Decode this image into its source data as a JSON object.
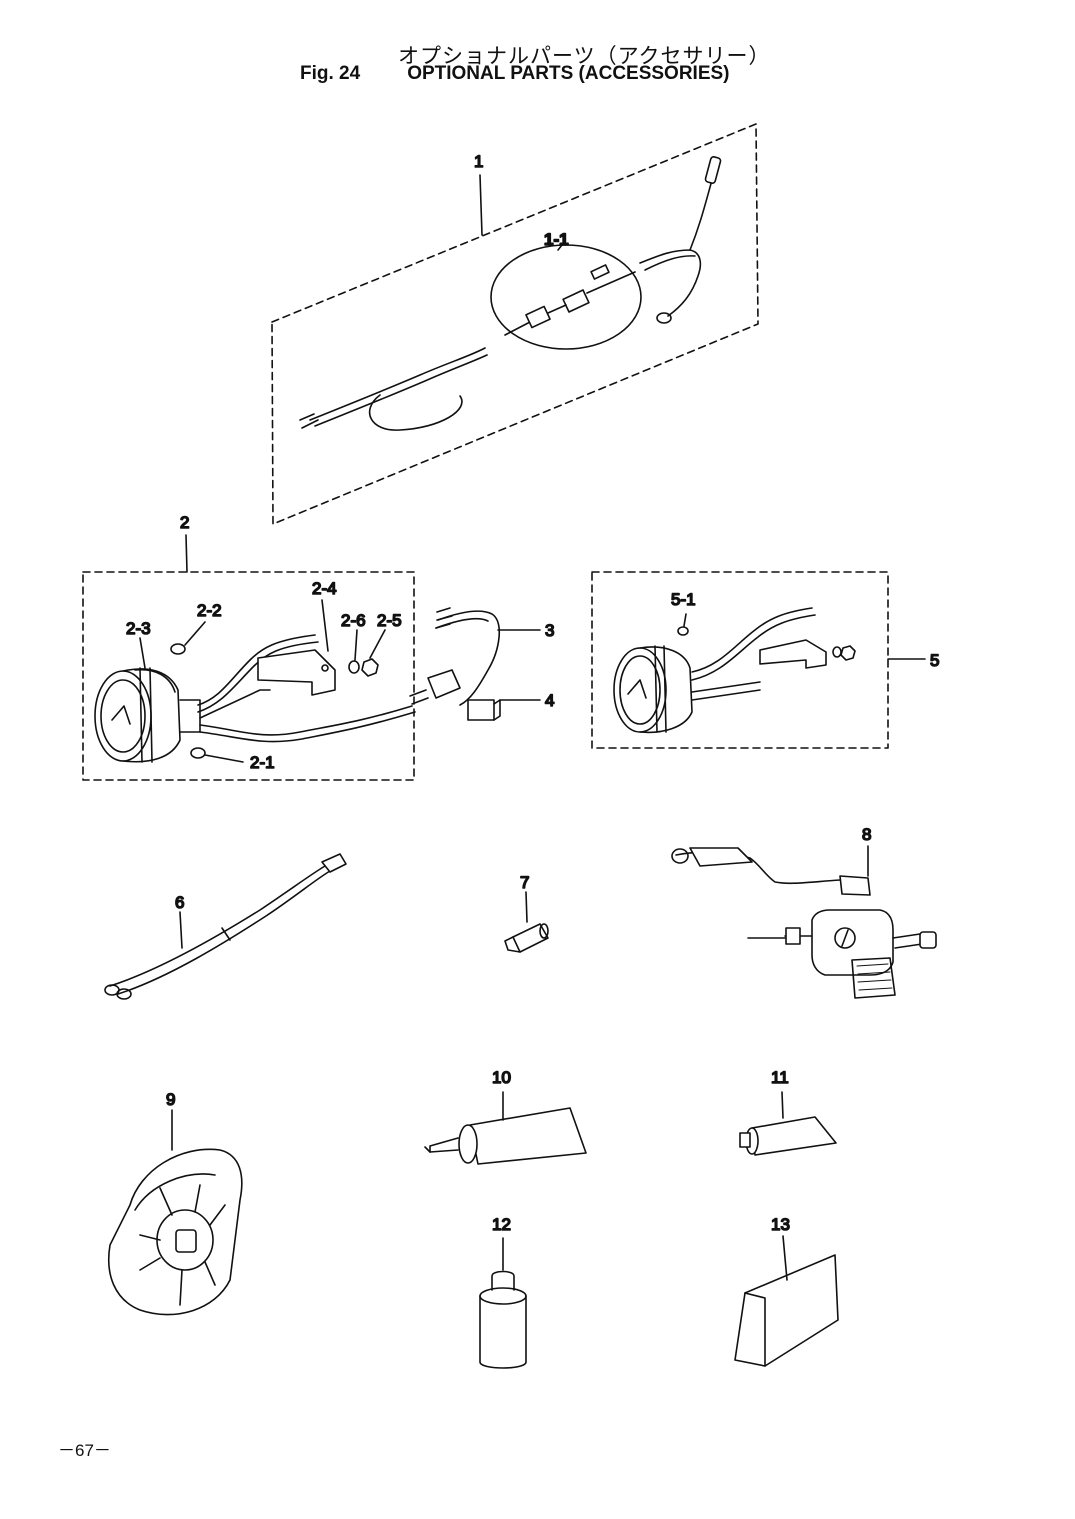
{
  "header": {
    "title_jp": "オプショナルパーツ（アクセサリー）",
    "fig_label": "Fig. 24",
    "title_en": "OPTIONAL PARTS (ACCESSORIES)"
  },
  "callouts": {
    "c1": "1",
    "c1_1": "1-1",
    "c2": "2",
    "c2_1": "2-1",
    "c2_2": "2-2",
    "c2_3": "2-3",
    "c2_4": "2-4",
    "c2_5": "2-5",
    "c2_6": "2-6",
    "c3": "3",
    "c4": "4",
    "c5": "5",
    "c5_1": "5-1",
    "c6": "6",
    "c7": "7",
    "c8": "8",
    "c9": "9",
    "c10": "10",
    "c11": "11",
    "c12": "12",
    "c13": "13"
  },
  "footer": {
    "page_number": "－67－"
  }
}
